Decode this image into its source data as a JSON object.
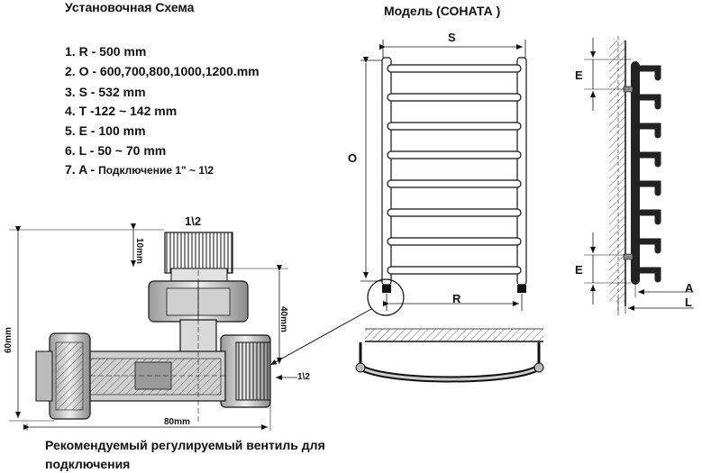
{
  "header": {
    "install_title": "Установочная Схема",
    "model_title": "Модель  (СОНАТА )"
  },
  "specs": [
    {
      "num": "1.",
      "key": "R",
      "sep": " - ",
      "value": "500 mm"
    },
    {
      "num": "2.",
      "key": "O",
      "sep": " - ",
      "value": "600,700,800,1000,1200.mm"
    },
    {
      "num": "3.",
      "key": "S",
      "sep": " - ",
      "value": "532 mm"
    },
    {
      "num": "4.",
      "key": "T",
      "sep": " -",
      "value": "122 ~ 142 mm"
    },
    {
      "num": "5.",
      "key": "E",
      "sep": " - ",
      "value": "100 mm"
    },
    {
      "num": "6.",
      "key": "L",
      "sep": " - ",
      "value": "50 ~ 70 mm"
    },
    {
      "num": "7.",
      "key": "A",
      "sep": " - ",
      "value": "Подключение   1\" ~  1\\2"
    }
  ],
  "radiator_labels": {
    "S": "S",
    "O": "O",
    "R": "R"
  },
  "side_labels": {
    "E_top": "E",
    "E_bottom": "E",
    "A": "A",
    "L": "L"
  },
  "valve_labels": {
    "thread_top": "1\\2",
    "dim_10mm": "10mm",
    "dim_60mm": "60mm",
    "dim_40mm": "40mm",
    "dim_80mm": "80mm",
    "thread_side": "1\\2"
  },
  "caption_line1": "Рекомендуемый регулируемый вентиль для",
  "caption_line2": "подключения",
  "colors": {
    "ink": "#111111",
    "metal": "#d9d9d9",
    "dark": "#333333",
    "bar": "#222222"
  }
}
